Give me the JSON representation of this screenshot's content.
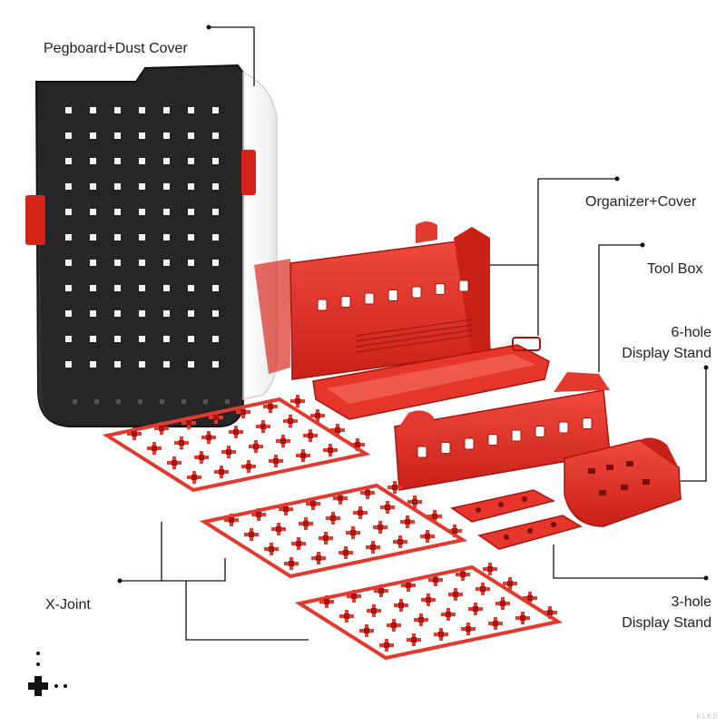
{
  "labels": {
    "pegboard": "Pegboard+Dust Cover",
    "organizer": "Organizer+Cover",
    "toolbox": "Tool Box",
    "six_hole_line1": "6-hole",
    "six_hole_line2": "Display Stand",
    "three_hole_line1": "3-hole",
    "three_hole_line2": "Display Stand",
    "xjoint": "X-Joint"
  },
  "watermark": "KLKE",
  "colors": {
    "product_red": "#e8302a",
    "pegboard_dark": "#2b2b2b",
    "leader_line": "#111111",
    "cover_tint": "#e6e6e6"
  }
}
